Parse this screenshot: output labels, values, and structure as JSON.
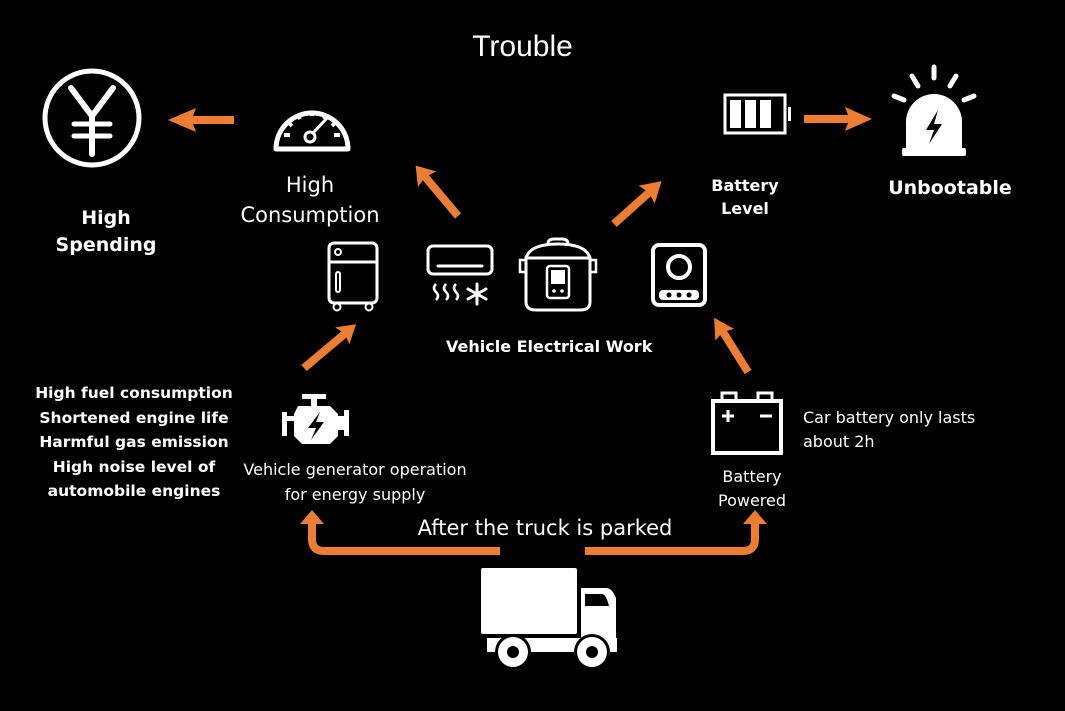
{
  "title": "Trouble",
  "colors": {
    "background": "#000000",
    "foreground": "#ffffff",
    "arrow": "#ed7d31"
  },
  "nodes": {
    "high_spending": {
      "icon": "yen-coin-icon",
      "lines": [
        "High",
        "Spending"
      ]
    },
    "high_consumption": {
      "icon": "speedometer-icon",
      "lines": [
        "High",
        "Consumption"
      ]
    },
    "battery_level": {
      "icon": "battery-level-icon",
      "lines": [
        "Battery",
        "Level"
      ]
    },
    "unbootable": {
      "icon": "alarm-beacon-icon",
      "label": "Unbootable"
    },
    "vehicle_electrical_work": {
      "label": "Vehicle Electrical Work",
      "appliances": [
        "refrigerator-icon",
        "air-conditioner-icon",
        "rice-cooker-icon",
        "induction-cooker-icon"
      ]
    },
    "generator": {
      "icon": "engine-icon",
      "lines": [
        "Vehicle generator operation",
        "for energy supply"
      ]
    },
    "battery_powered": {
      "icon": "car-battery-icon",
      "lines": [
        "Battery",
        "Powered"
      ]
    },
    "battery_note": {
      "lines": [
        "Car battery only lasts",
        "about 2h"
      ]
    },
    "generator_problems": {
      "lines": [
        "High fuel consumption",
        "Shortened engine life",
        "Harmful gas emission",
        "High noise level of",
        "automobile engines"
      ]
    },
    "truck": {
      "icon": "truck-icon",
      "label": "After the truck is parked"
    }
  }
}
